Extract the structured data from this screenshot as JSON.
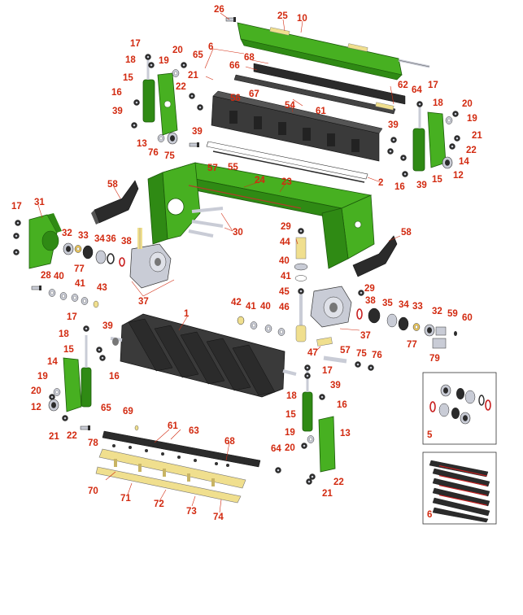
{
  "colors": {
    "green": "#2f8a14",
    "green_light": "#47b021",
    "green_dark": "#1b5a0a",
    "black_part": "#2b2b2b",
    "gray_part": "#c9ccd6",
    "tan_part": "#f0df8e",
    "callout": "#d22a10"
  },
  "callouts": [
    {
      "id": "c26",
      "label": "26"
    },
    {
      "id": "c25",
      "label": "25"
    },
    {
      "id": "c10",
      "label": "10"
    },
    {
      "id": "c17a",
      "label": "17"
    },
    {
      "id": "c20a",
      "label": "20"
    },
    {
      "id": "c6a",
      "label": "6"
    },
    {
      "id": "c18a",
      "label": "18"
    },
    {
      "id": "c19a",
      "label": "19"
    },
    {
      "id": "c65a",
      "label": "65"
    },
    {
      "id": "c68a",
      "label": "68"
    },
    {
      "id": "c66",
      "label": "66"
    },
    {
      "id": "c15a",
      "label": "15"
    },
    {
      "id": "c21a",
      "label": "21"
    },
    {
      "id": "c22a",
      "label": "22"
    },
    {
      "id": "c62",
      "label": "62"
    },
    {
      "id": "c64a",
      "label": "64"
    },
    {
      "id": "c17b",
      "label": "17"
    },
    {
      "id": "c16a",
      "label": "16"
    },
    {
      "id": "c56",
      "label": "56"
    },
    {
      "id": "c67",
      "label": "67"
    },
    {
      "id": "c18b",
      "label": "18"
    },
    {
      "id": "c20b",
      "label": "20"
    },
    {
      "id": "c54",
      "label": "54"
    },
    {
      "id": "c61a",
      "label": "61"
    },
    {
      "id": "c39a",
      "label": "39"
    },
    {
      "id": "c19b",
      "label": "19"
    },
    {
      "id": "c39b",
      "label": "39"
    },
    {
      "id": "c39c",
      "label": "39"
    },
    {
      "id": "c21b",
      "label": "21"
    },
    {
      "id": "c13a",
      "label": "13"
    },
    {
      "id": "c76a",
      "label": "76"
    },
    {
      "id": "c75a",
      "label": "75"
    },
    {
      "id": "c22b",
      "label": "22"
    },
    {
      "id": "c14a",
      "label": "14"
    },
    {
      "id": "c57a",
      "label": "57"
    },
    {
      "id": "c55",
      "label": "55"
    },
    {
      "id": "c12a",
      "label": "12"
    },
    {
      "id": "c15b",
      "label": "15"
    },
    {
      "id": "c16b",
      "label": "16"
    },
    {
      "id": "c39d",
      "label": "39"
    },
    {
      "id": "c24",
      "label": "24"
    },
    {
      "id": "c23",
      "label": "23"
    },
    {
      "id": "c2",
      "label": "2"
    },
    {
      "id": "c58a",
      "label": "58"
    },
    {
      "id": "c17c",
      "label": "17"
    },
    {
      "id": "c31",
      "label": "31"
    },
    {
      "id": "c30",
      "label": "30"
    },
    {
      "id": "c29a",
      "label": "29"
    },
    {
      "id": "c58b",
      "label": "58"
    },
    {
      "id": "c32a",
      "label": "32"
    },
    {
      "id": "c33a",
      "label": "33"
    },
    {
      "id": "c34a",
      "label": "34"
    },
    {
      "id": "c36",
      "label": "36"
    },
    {
      "id": "c38a",
      "label": "38"
    },
    {
      "id": "c44",
      "label": "44"
    },
    {
      "id": "c77a",
      "label": "77"
    },
    {
      "id": "c40a",
      "label": "40"
    },
    {
      "id": "c28",
      "label": "28"
    },
    {
      "id": "c40b",
      "label": "40"
    },
    {
      "id": "c41a",
      "label": "41"
    },
    {
      "id": "c41b",
      "label": "41"
    },
    {
      "id": "c43",
      "label": "43"
    },
    {
      "id": "c29b",
      "label": "29"
    },
    {
      "id": "c45",
      "label": "45"
    },
    {
      "id": "c37a",
      "label": "37"
    },
    {
      "id": "c42",
      "label": "42"
    },
    {
      "id": "c41c",
      "label": "41"
    },
    {
      "id": "c40c",
      "label": "40"
    },
    {
      "id": "c46",
      "label": "46"
    },
    {
      "id": "c38b",
      "label": "38"
    },
    {
      "id": "c35",
      "label": "35"
    },
    {
      "id": "c34b",
      "label": "34"
    },
    {
      "id": "c33b",
      "label": "33"
    },
    {
      "id": "c32b",
      "label": "32"
    },
    {
      "id": "c59",
      "label": "59"
    },
    {
      "id": "c60",
      "label": "60"
    },
    {
      "id": "c1",
      "label": "1"
    },
    {
      "id": "c17d",
      "label": "17"
    },
    {
      "id": "c39e",
      "label": "39"
    },
    {
      "id": "c18c",
      "label": "18"
    },
    {
      "id": "c37b",
      "label": "37"
    },
    {
      "id": "c77b",
      "label": "77"
    },
    {
      "id": "c15c",
      "label": "15"
    },
    {
      "id": "c57b",
      "label": "57"
    },
    {
      "id": "c75b",
      "label": "75"
    },
    {
      "id": "c76b",
      "label": "76"
    },
    {
      "id": "c47",
      "label": "47"
    },
    {
      "id": "c79",
      "label": "79"
    },
    {
      "id": "c14b",
      "label": "14"
    },
    {
      "id": "c16c",
      "label": "16"
    },
    {
      "id": "c17e",
      "label": "17"
    },
    {
      "id": "c19c",
      "label": "19"
    },
    {
      "id": "c39f",
      "label": "39"
    },
    {
      "id": "c20c",
      "label": "20"
    },
    {
      "id": "c18d",
      "label": "18"
    },
    {
      "id": "c12b",
      "label": "12"
    },
    {
      "id": "c16d",
      "label": "16"
    },
    {
      "id": "c65b",
      "label": "65"
    },
    {
      "id": "c69",
      "label": "69"
    },
    {
      "id": "c21c",
      "label": "21"
    },
    {
      "id": "c22c",
      "label": "22"
    },
    {
      "id": "c15d",
      "label": "15"
    },
    {
      "id": "c13b",
      "label": "13"
    },
    {
      "id": "c61b",
      "label": "61"
    },
    {
      "id": "c63",
      "label": "63"
    },
    {
      "id": "c78",
      "label": "78"
    },
    {
      "id": "c19d",
      "label": "19"
    },
    {
      "id": "c68b",
      "label": "68"
    },
    {
      "id": "c20d",
      "label": "20"
    },
    {
      "id": "c64b",
      "label": "64"
    },
    {
      "id": "c22d",
      "label": "22"
    },
    {
      "id": "c21d",
      "label": "21"
    },
    {
      "id": "c70",
      "label": "70"
    },
    {
      "id": "c71",
      "label": "71"
    },
    {
      "id": "c72",
      "label": "72"
    },
    {
      "id": "c73",
      "label": "73"
    },
    {
      "id": "c74",
      "label": "74"
    },
    {
      "id": "c5",
      "label": "5"
    },
    {
      "id": "c6b",
      "label": "6"
    }
  ]
}
